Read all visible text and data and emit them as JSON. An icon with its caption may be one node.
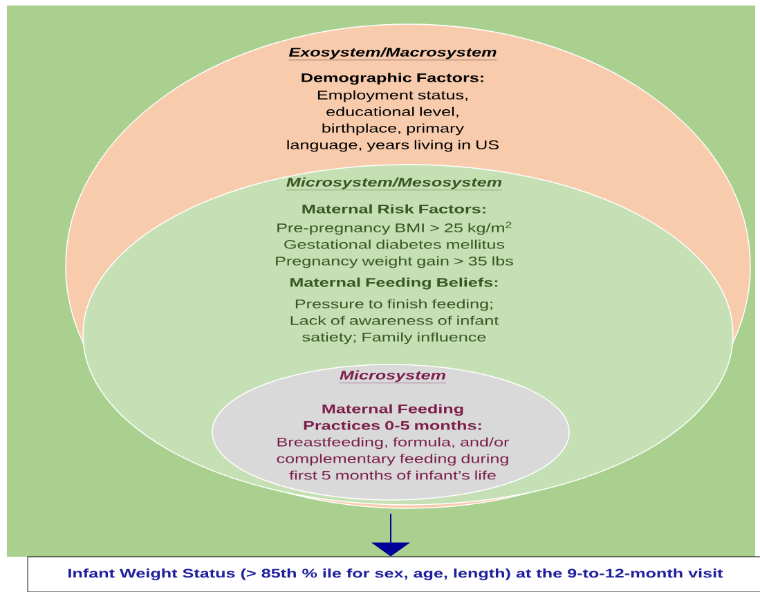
{
  "diagram": {
    "nodes": [
      {
        "text": [
          "Exosystem/Macrosystem",
          "Demographic Factors:",
          "Employment status, educational level, birthplace, primary language, years living in US"
        ]
      },
      {
        "text": [
          "Microsystem/Mesosystem",
          "Maternal Risk Factors:",
          "Pre-pregnancy BMI > 25 kg/m$^{2}$ Gestational diabetes mellitus Pregnancy weight gain > 35 lbs",
          "Maternal Feeding Beliefs:",
          "Pressure to finish feeding; Lack of awareness of infant satiety; Family influence"
        ],
        "in": 0
      },
      {
        "text": [
          "Microsystem",
          "**Maternal Feeding Practices 0-5 months:** Breastfeeding, formula, and/or complementary feeding during first 5 months of infant’s life"
        ],
        "in": 1
      },
      {
        "text": [
          "Infant Weight Status (> 85th % ile for sex, age, length) at the 9-to-12-month visit"
        ]
      }
    ],
    "edges": [
      {
        "from": 2,
        "to": 3,
        "arrow": "to"
      }
    ]
  }
}
